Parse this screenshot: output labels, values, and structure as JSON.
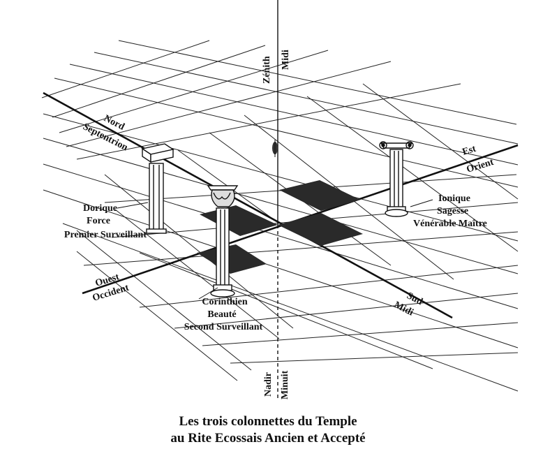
{
  "directions": {
    "zenith": "Zénith",
    "midi_top": "Midi",
    "nord": "Nord",
    "septentrion": "Septentrion",
    "est": "Est",
    "orient": "Orient",
    "ouest": "Ouest",
    "occident": "Occident",
    "sud": "Sud",
    "midi_right": "Midi",
    "nadir": "Nadir",
    "minuit": "Minuit"
  },
  "columns": {
    "dorique": {
      "order": "Dorique",
      "virtue": "Force",
      "officer": "Premier Surveillant"
    },
    "ionique": {
      "order": "Ionique",
      "virtue": "Sagesse",
      "officer": "Vénérable Maître"
    },
    "corinthien": {
      "order": "Corinthien",
      "virtue": "Beauté",
      "officer": "Second Surveillant"
    }
  },
  "caption": {
    "line1": "Les trois colonnettes du Temple",
    "line2": "au Rite Ecossais Ancien et Accepté"
  },
  "colors": {
    "ink": "#111111",
    "tile": "#2a2a2a",
    "background": "#ffffff"
  }
}
